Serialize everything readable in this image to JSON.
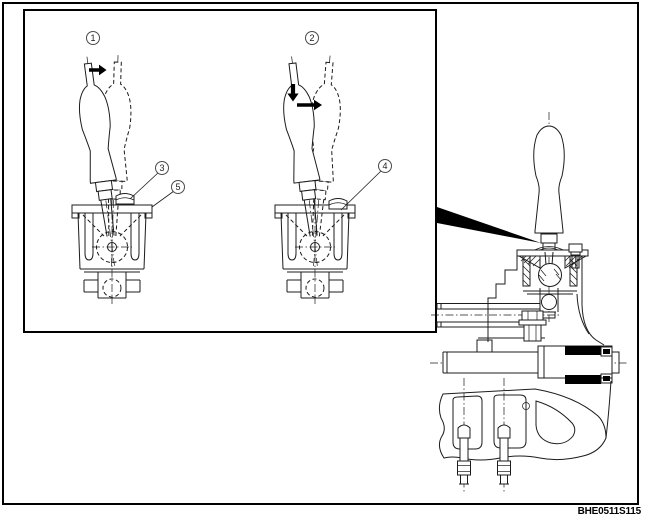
{
  "figure": {
    "caption": "BHE0511S115",
    "inset": {
      "panels": [
        {
          "label": "1",
          "motion_arrows": [
            "right-arrow"
          ]
        },
        {
          "label": "2",
          "motion_arrows": [
            "down-arrow",
            "right-arrow"
          ]
        }
      ],
      "callouts": [
        {
          "label": "3"
        },
        {
          "label": "4"
        },
        {
          "label": "5"
        }
      ]
    },
    "colors": {
      "line": "#1c1c1c",
      "arrow": "#000000",
      "background": "#ffffff"
    }
  }
}
